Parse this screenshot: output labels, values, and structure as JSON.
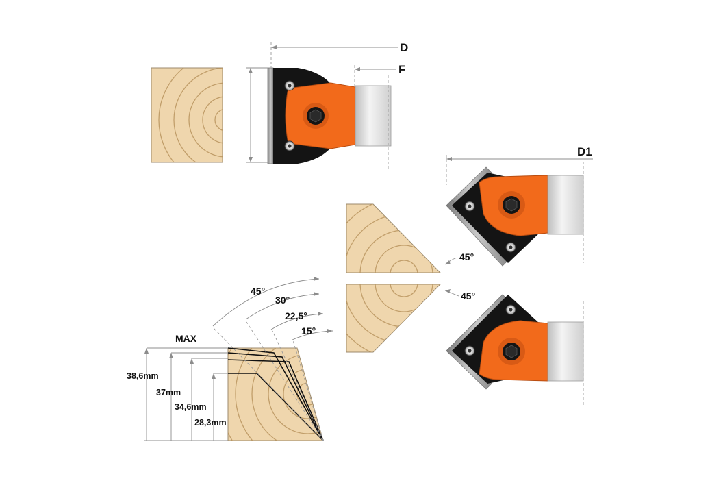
{
  "labels": {
    "d": "D",
    "f": "F",
    "d1": "D1",
    "max": "MAX"
  },
  "angles": {
    "a45": "45°",
    "a30": "30°",
    "a22": "22,5°",
    "a15": "15°",
    "chamfer_top": "45°",
    "chamfer_bottom": "45°"
  },
  "heights": {
    "h1": "38,6mm",
    "h2": "37mm",
    "h3": "34,6mm",
    "h4": "28,3mm"
  },
  "colors": {
    "wood": "#efd6ad",
    "grain": "#b9945e",
    "body_orange": "#f26a1b",
    "body_black": "#141414",
    "knife_grey": "#dcdcdc",
    "plate_grey": "#9a9a9a"
  }
}
